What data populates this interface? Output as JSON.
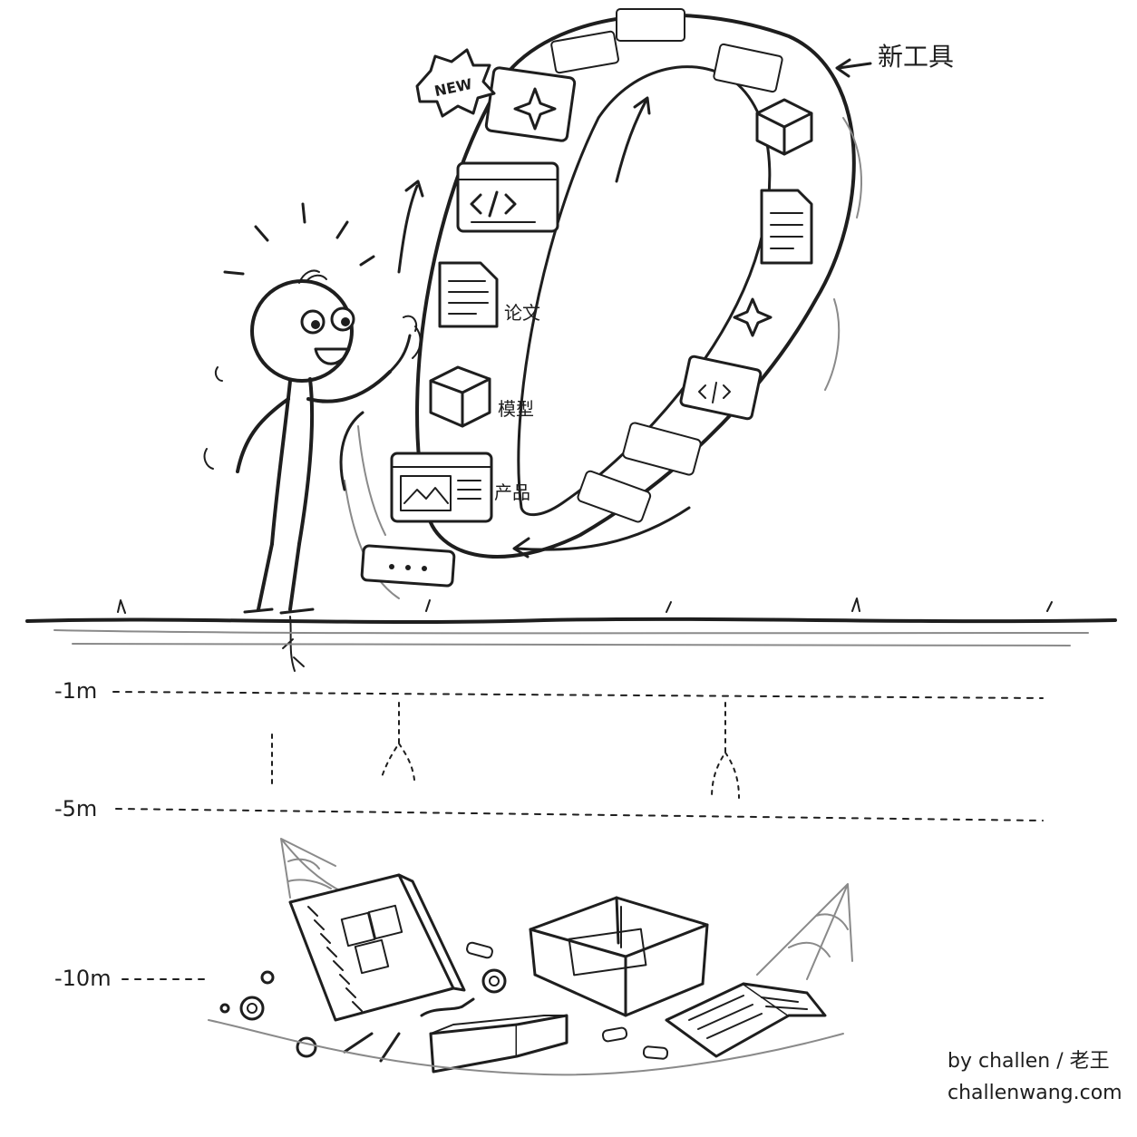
{
  "badge": {
    "text": "NEW"
  },
  "loop": {
    "pointer_label": "新工具",
    "items": [
      {
        "label": "论文",
        "icon": "document-icon"
      },
      {
        "label": "模型",
        "icon": "cube-icon"
      },
      {
        "label": "产品",
        "icon": "browser-window-icon"
      }
    ]
  },
  "depth_markers": [
    {
      "label": "-1m"
    },
    {
      "label": "-5m"
    },
    {
      "label": "-10m"
    }
  ],
  "signature": {
    "author": "by challen / 老王",
    "site": "challenwang.com"
  }
}
